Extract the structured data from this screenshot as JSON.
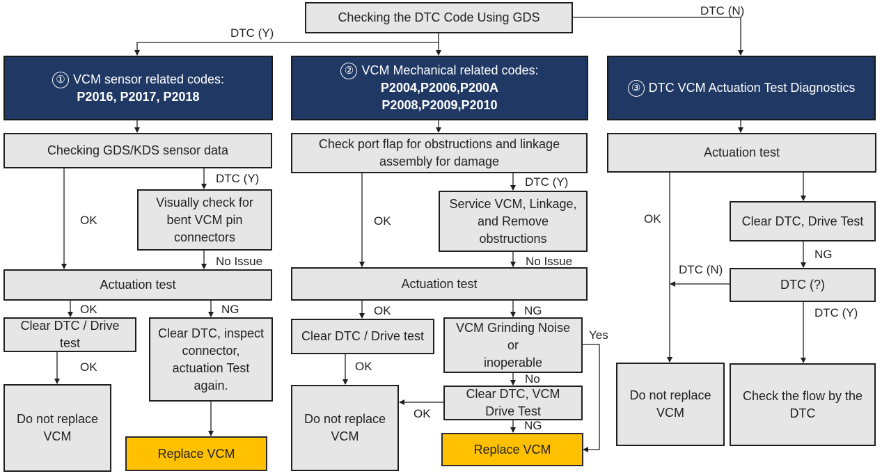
{
  "top": {
    "text": "Checking the DTC Code Using GDS"
  },
  "columns": {
    "c1": {
      "number": "①",
      "header_title": "VCM sensor related codes:",
      "header_codes": [
        "P2016, P2017, P2018"
      ],
      "step1": "Checking GDS/KDS sensor data",
      "check": [
        "Visually check for",
        "bent VCM pin",
        "connectors"
      ],
      "actuation": "Actuation test",
      "clear": [
        "Clear DTC / Drive",
        "test"
      ],
      "inspect": [
        "Clear DTC, inspect",
        "connector,",
        "actuation Test",
        "again."
      ],
      "keep": [
        "Do not replace",
        "VCM"
      ],
      "replace": "Replace VCM"
    },
    "c2": {
      "number": "②",
      "header_title": "VCM Mechanical related codes:",
      "header_codes": [
        "P2004,P2006,P200A",
        "P2008,P2009,P2010"
      ],
      "step1": [
        "Check port flap for obstructions and linkage",
        "assembly for damage"
      ],
      "service": [
        "Service VCM, Linkage,",
        "and Remove",
        "obstructions"
      ],
      "actuation": "Actuation test",
      "clear": "Clear DTC / Drive test",
      "noise": [
        "VCM Grinding Noise",
        "or",
        "inoperable"
      ],
      "clear_vcm": [
        "Clear DTC, VCM",
        "Drive Test"
      ],
      "keep": [
        "Do not replace",
        "VCM"
      ],
      "replace": "Replace VCM"
    },
    "c3": {
      "number": "③",
      "header_title": "DTC VCM Actuation Test Diagnostics",
      "actuation": "Actuation test",
      "clear": "Clear DTC, Drive Test",
      "dtc_q": "DTC (?)",
      "keep": [
        "Do not replace",
        "VCM"
      ],
      "flow": [
        "Check the flow by the",
        "DTC"
      ]
    }
  },
  "labels": {
    "dtc_n": "DTC (N)",
    "dtc_y": "DTC (Y)",
    "ok": "OK",
    "ng": "NG",
    "no_issue": "No Issue",
    "yes": "Yes",
    "no": "No"
  },
  "colors": {
    "header_fill": "#1f3864",
    "box_fill": "#e6e6e6",
    "replace_fill": "#ffc000",
    "line": "#1f1f1f"
  }
}
